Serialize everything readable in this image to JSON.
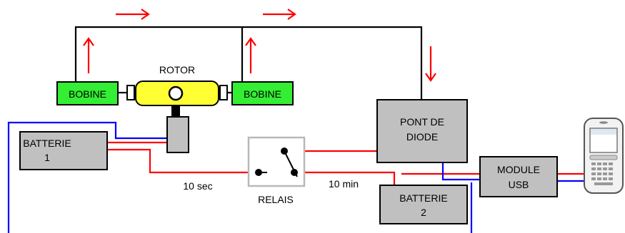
{
  "labels": {
    "rotor": "ROTOR",
    "bobine_left": "BOBINE",
    "bobine_right": "BOBINE",
    "pont_line1": "PONT DE",
    "pont_line2": "DIODE",
    "batterie1_line1": "BATTERIE",
    "batterie1_line2": "1",
    "batterie2_line1": "BATTERIE",
    "batterie2_line2": "2",
    "module_line1": "MODULE",
    "module_line2": "USB",
    "relais": "RELAIS",
    "time_10sec": "10 sec",
    "time_10min": "10 min"
  },
  "colors": {
    "wire_black": "#000000",
    "wire_red": "#ff0000",
    "wire_blue": "#0000ff",
    "arrow_red": "#ff0000",
    "bobine_fill": "#33ee33",
    "rotor_fill": "#ffff33",
    "box_gray": "#c0c0c0",
    "relais_border": "#b8b8b8"
  },
  "icons": {
    "phone": "smartphone-icon",
    "relay_switch": "switch-icon",
    "flow_arrow": "arrow-icon"
  }
}
